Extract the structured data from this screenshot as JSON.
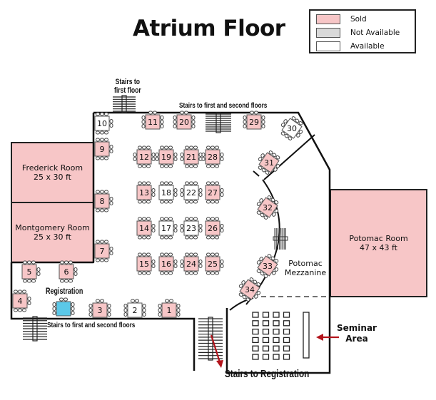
{
  "title": "Atrium Floor",
  "legend": {
    "items": [
      {
        "label": "Sold",
        "color": "#f7c6c7"
      },
      {
        "label": "Not Available",
        "color": "#d9d9d9"
      },
      {
        "label": "Available",
        "color": "#ffffff"
      }
    ]
  },
  "colors": {
    "sold": "#f7c6c7",
    "available": "#ffffff",
    "registration": "#5bc8e8",
    "arrow": "#b3141c",
    "wall": "#111111",
    "room": "#f7c6c7"
  },
  "rooms": [
    {
      "id": "frederick",
      "name": "Frederick Room",
      "size": "25 x 30 ft"
    },
    {
      "id": "montgomery",
      "name": "Montgomery Room",
      "size": "25 x 30 ft"
    },
    {
      "id": "potomac",
      "name": "Potomac Room",
      "size": "47 x 43 ft"
    }
  ],
  "labels": {
    "stairs_first_floor_line1": "Stairs to",
    "stairs_first_floor_line2": "first floor",
    "stairs_top": "Stairs to first and second floors",
    "stairs_bottom": "Stairs to first and second floors",
    "registration": "Registration",
    "mezzanine_line1": "Potomac",
    "mezzanine_line2": "Mezzanine",
    "seminar_line1": "Seminar",
    "seminar_line2": "Area",
    "stairs_registration": "Stairs to Registration"
  },
  "tables": [
    {
      "number": "1",
      "status": "sold"
    },
    {
      "number": "2",
      "status": "available"
    },
    {
      "number": "3",
      "status": "sold"
    },
    {
      "number": "4",
      "status": "sold"
    },
    {
      "number": "5",
      "status": "sold"
    },
    {
      "number": "6",
      "status": "sold"
    },
    {
      "number": "7",
      "status": "sold"
    },
    {
      "number": "8",
      "status": "sold"
    },
    {
      "number": "9",
      "status": "sold"
    },
    {
      "number": "10",
      "status": "available"
    },
    {
      "number": "11",
      "status": "sold"
    },
    {
      "number": "12",
      "status": "sold"
    },
    {
      "number": "13",
      "status": "sold"
    },
    {
      "number": "14",
      "status": "sold"
    },
    {
      "number": "15",
      "status": "sold"
    },
    {
      "number": "16",
      "status": "sold"
    },
    {
      "number": "17",
      "status": "available"
    },
    {
      "number": "18",
      "status": "available"
    },
    {
      "number": "19",
      "status": "sold"
    },
    {
      "number": "20",
      "status": "sold"
    },
    {
      "number": "21",
      "status": "sold"
    },
    {
      "number": "22",
      "status": "available"
    },
    {
      "number": "23",
      "status": "available"
    },
    {
      "number": "24",
      "status": "sold"
    },
    {
      "number": "25",
      "status": "sold"
    },
    {
      "number": "26",
      "status": "sold"
    },
    {
      "number": "27",
      "status": "sold"
    },
    {
      "number": "28",
      "status": "sold"
    },
    {
      "number": "29",
      "status": "sold"
    },
    {
      "number": "30",
      "status": "available"
    },
    {
      "number": "31",
      "status": "sold"
    },
    {
      "number": "32",
      "status": "sold"
    },
    {
      "number": "33",
      "status": "sold"
    },
    {
      "number": "34",
      "status": "sold"
    },
    {
      "number": "",
      "status": "registration"
    }
  ],
  "seminar": {
    "seat_rows": 6,
    "seat_cols": 4
  }
}
